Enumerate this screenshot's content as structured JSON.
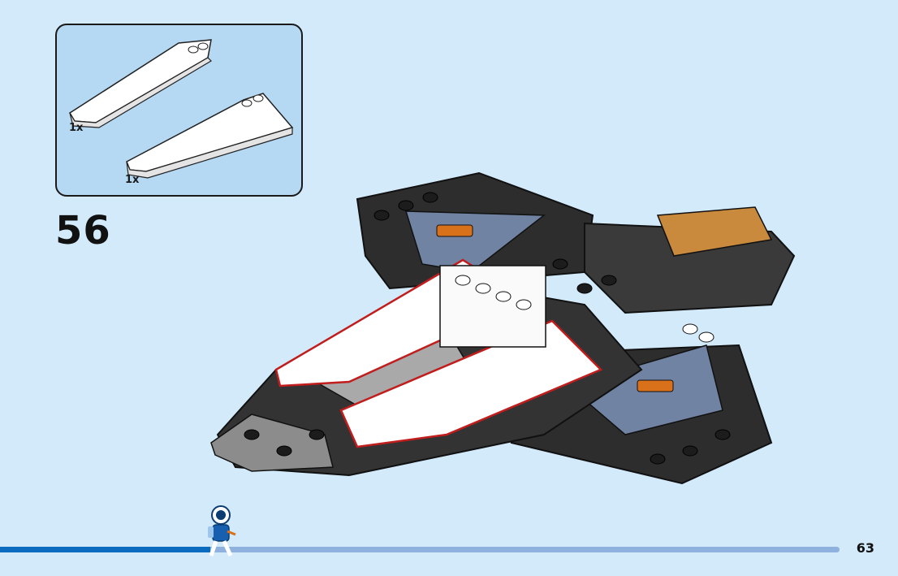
{
  "parts_callout": {
    "items": [
      {
        "name": "wedge-plate-left",
        "quantity": "1x"
      },
      {
        "name": "wedge-plate-right",
        "quantity": "1x"
      }
    ]
  },
  "step": {
    "number": "56"
  },
  "progress": {
    "fraction": 0.25
  },
  "page": {
    "number": "63"
  },
  "colors": {
    "background": "#d3eafb",
    "callout_bg": "#b5d8f3",
    "progress_fill": "#0b6cbf",
    "progress_track": "#8eb2dd",
    "highlight": "#cc1f1f"
  },
  "icons": [
    "astronaut-runner-icon"
  ]
}
